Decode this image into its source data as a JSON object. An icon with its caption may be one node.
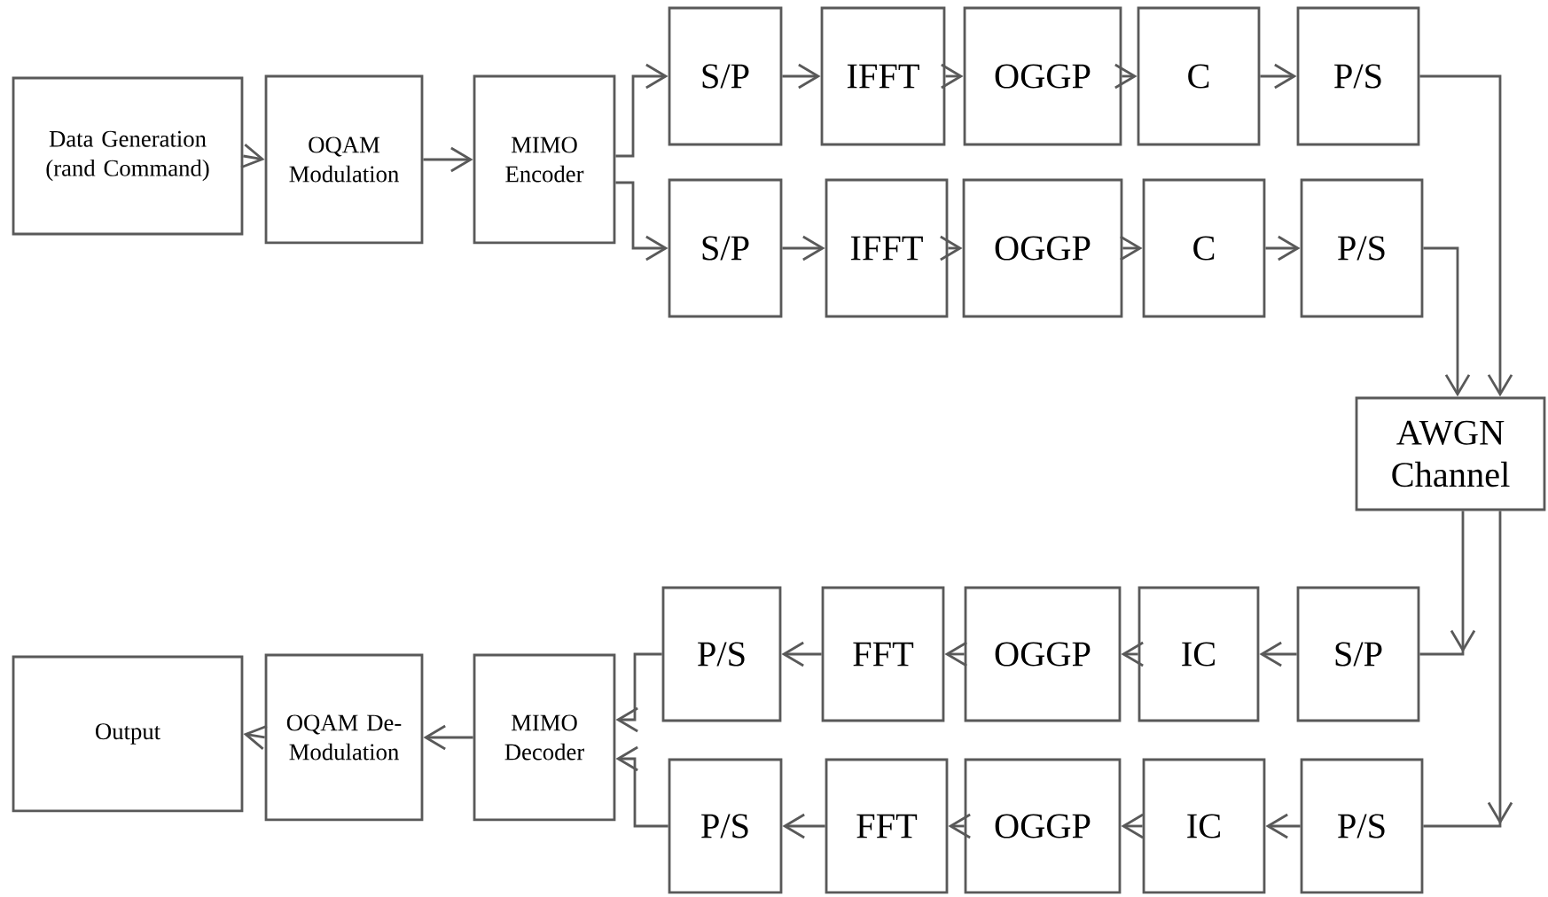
{
  "diagram": {
    "nodes": [
      {
        "text": [
          "Data Generation (rand Command)"
        ]
      },
      {
        "text": [
          "OQAM Modulation"
        ]
      },
      {
        "text": [
          "MIMO Encoder"
        ]
      },
      {
        "text": [
          "S/P"
        ]
      },
      {
        "text": [
          "IFFT"
        ]
      },
      {
        "text": [
          "OGGP"
        ]
      },
      {
        "text": [
          "C"
        ]
      },
      {
        "text": [
          "P/S"
        ]
      },
      {
        "text": [
          "S/P"
        ]
      },
      {
        "text": [
          "IFFT"
        ]
      },
      {
        "text": [
          "OGGP"
        ]
      },
      {
        "text": [
          "C"
        ]
      },
      {
        "text": [
          "P/S"
        ]
      },
      {
        "text": [
          "AWGN Channel"
        ]
      },
      {
        "text": [
          "P/S"
        ]
      },
      {
        "text": [
          "FFT"
        ]
      },
      {
        "text": [
          "OGGP"
        ]
      },
      {
        "text": [
          "IC"
        ]
      },
      {
        "text": [
          "S/P"
        ]
      },
      {
        "text": [
          "P/S"
        ]
      },
      {
        "text": [
          "FFT"
        ]
      },
      {
        "text": [
          "OGGP"
        ]
      },
      {
        "text": [
          "IC"
        ]
      },
      {
        "text": [
          "P/S"
        ]
      },
      {
        "text": [
          "MIMO Decoder"
        ]
      },
      {
        "text": [
          "OQAM De-Modulation"
        ]
      },
      {
        "text": [
          "Output"
        ]
      }
    ],
    "edges": [
      {
        "from": 0,
        "to": 1,
        "arrow": "to"
      },
      {
        "from": 1,
        "to": 2,
        "arrow": "to"
      },
      {
        "from": 2,
        "to": 3,
        "arrow": "to"
      },
      {
        "from": 2,
        "to": 8,
        "arrow": "to"
      },
      {
        "from": 3,
        "to": 4,
        "arrow": "to"
      },
      {
        "from": 4,
        "to": 5,
        "arrow": "to"
      },
      {
        "from": 5,
        "to": 6,
        "arrow": "to"
      },
      {
        "from": 6,
        "to": 7,
        "arrow": "to"
      },
      {
        "from": 8,
        "to": 9,
        "arrow": "to"
      },
      {
        "from": 9,
        "to": 10,
        "arrow": "to"
      },
      {
        "from": 10,
        "to": 11,
        "arrow": "to"
      },
      {
        "from": 11,
        "to": 12,
        "arrow": "to"
      },
      {
        "from": 7,
        "to": 13,
        "arrow": "to"
      },
      {
        "from": 12,
        "to": 13,
        "arrow": "to"
      },
      {
        "from": 13,
        "to": 18,
        "arrow": "to"
      },
      {
        "from": 13,
        "to": 23,
        "arrow": "to"
      },
      {
        "from": 18,
        "to": 17,
        "arrow": "to"
      },
      {
        "from": 17,
        "to": 16,
        "arrow": "to"
      },
      {
        "from": 16,
        "to": 15,
        "arrow": "to"
      },
      {
        "from": 15,
        "to": 14,
        "arrow": "to"
      },
      {
        "from": 23,
        "to": 22,
        "arrow": "to"
      },
      {
        "from": 22,
        "to": 21,
        "arrow": "to"
      },
      {
        "from": 21,
        "to": 20,
        "arrow": "to"
      },
      {
        "from": 20,
        "to": 19,
        "arrow": "to"
      },
      {
        "from": 14,
        "to": 24,
        "arrow": "to"
      },
      {
        "from": 19,
        "to": 24,
        "arrow": "to"
      },
      {
        "from": 24,
        "to": 25,
        "arrow": "to"
      },
      {
        "from": 25,
        "to": 26,
        "arrow": "to"
      }
    ]
  }
}
